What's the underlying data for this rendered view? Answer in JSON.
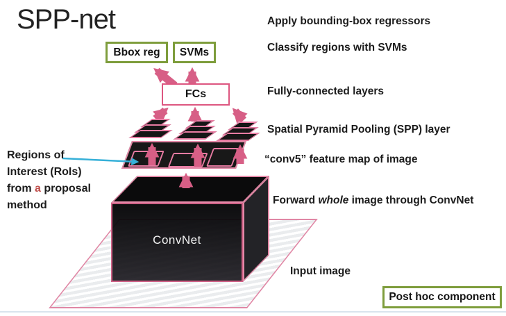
{
  "slide": {
    "title": "SPP-net",
    "boxes": {
      "bbox_reg": "Bbox reg",
      "svms": "SVMs",
      "fcs": "FCs",
      "post_hoc": "Post hoc component"
    },
    "annotations": {
      "apply": "Apply bounding-box regressors",
      "classify": "Classify regions with SVMs",
      "fully_connected": "Fully-connected layers",
      "spp": "Spatial Pyramid Pooling (SPP) layer",
      "conv5": "“conv5” feature map of image",
      "forward_pre": "Forward ",
      "forward_whole": "whole",
      "forward_post": " image through ConvNet",
      "input_image": "Input image"
    },
    "roi_note": {
      "line1": "Regions of",
      "line2": "Interest (RoIs)",
      "line3_pre": "from ",
      "line3_highlight": "a",
      "line3_post": " proposal",
      "line4": "method"
    },
    "convnet_label": "ConvNet",
    "colors": {
      "arrow_pink": "#d75f86",
      "outline_pink": "#e489a7",
      "box_border_pink": "#dd5680",
      "box_border_green": "#7e9d3c",
      "arrow_cyan": "#36b0d8",
      "highlight_red": "#c0504d"
    }
  }
}
